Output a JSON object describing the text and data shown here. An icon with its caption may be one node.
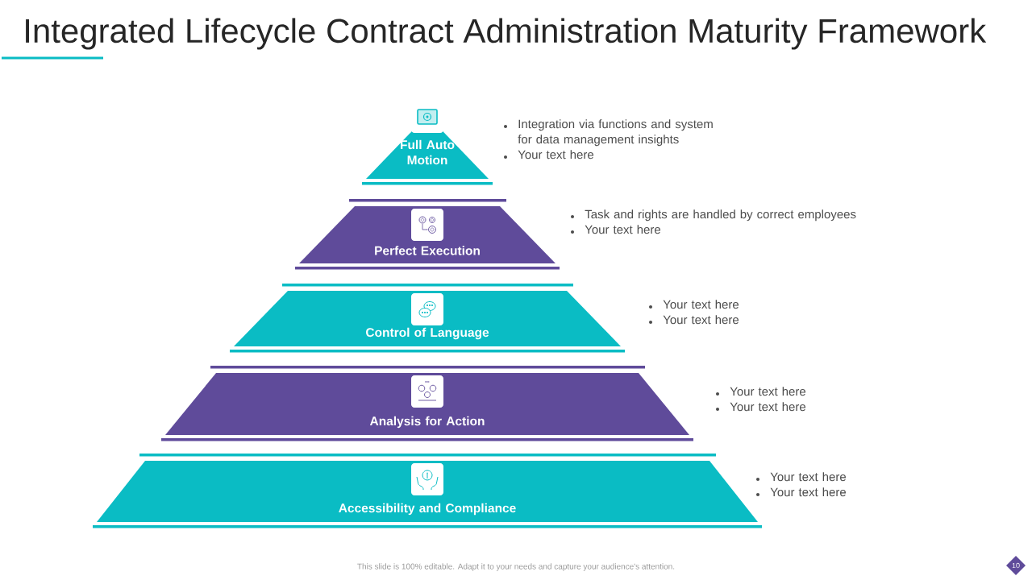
{
  "diagram": {
    "title": "Integrated Lifecycle Contract Administration Maturity Framework",
    "nodes": [
      {
        "text": [
          "Full Auto Motion"
        ],
        "beside": [
          "Integration via functions and system for data management insights",
          "Your text here"
        ]
      },
      {
        "text": [
          "Perfect Execution"
        ],
        "beside": [
          "Task and rights are handled by correct employees",
          "Your text here"
        ]
      },
      {
        "text": [
          "Control of Language"
        ],
        "beside": [
          "Your text here",
          "Your text here"
        ]
      },
      {
        "text": [
          "Analysis for Action"
        ],
        "beside": [
          "Your text here",
          "Your text here"
        ]
      },
      {
        "text": [
          "Accessibility and Compliance"
        ],
        "beside": [
          "Your text here",
          "Your text here"
        ]
      }
    ],
    "labels": [
      "This slide is 100% editable. Adapt it to your needs and capture your audience's attention.",
      "10"
    ]
  }
}
